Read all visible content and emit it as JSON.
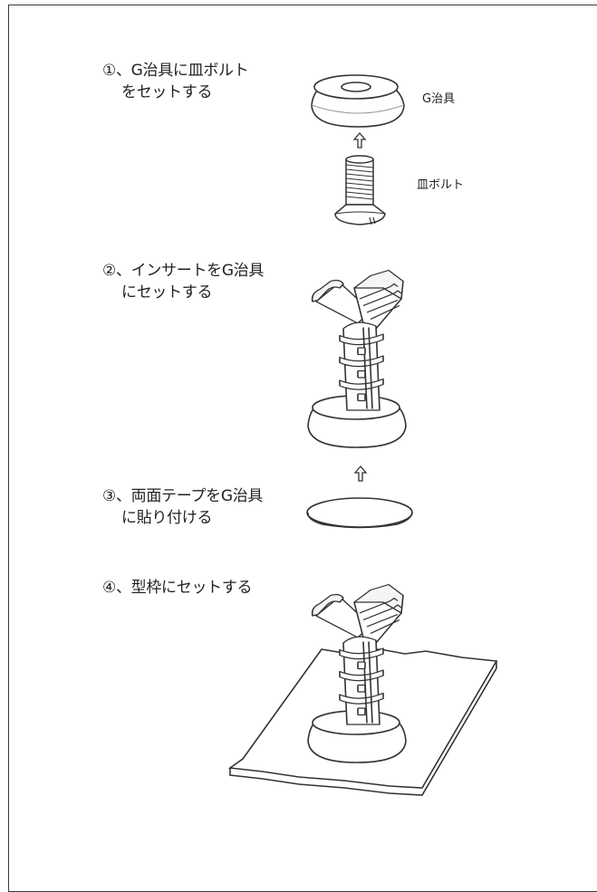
{
  "steps": [
    {
      "line1": "①、G治具に皿ボルト",
      "line2": "をセットする"
    },
    {
      "line1": "②、インサートをG治具",
      "line2": "にセットする"
    },
    {
      "line1": "③、両面テープをG治具",
      "line2": "に貼り付ける"
    },
    {
      "line1": "④、型枠にセットする",
      "line2": ""
    }
  ],
  "labels": {
    "jig": "G治具",
    "bolt": "皿ボルト"
  }
}
